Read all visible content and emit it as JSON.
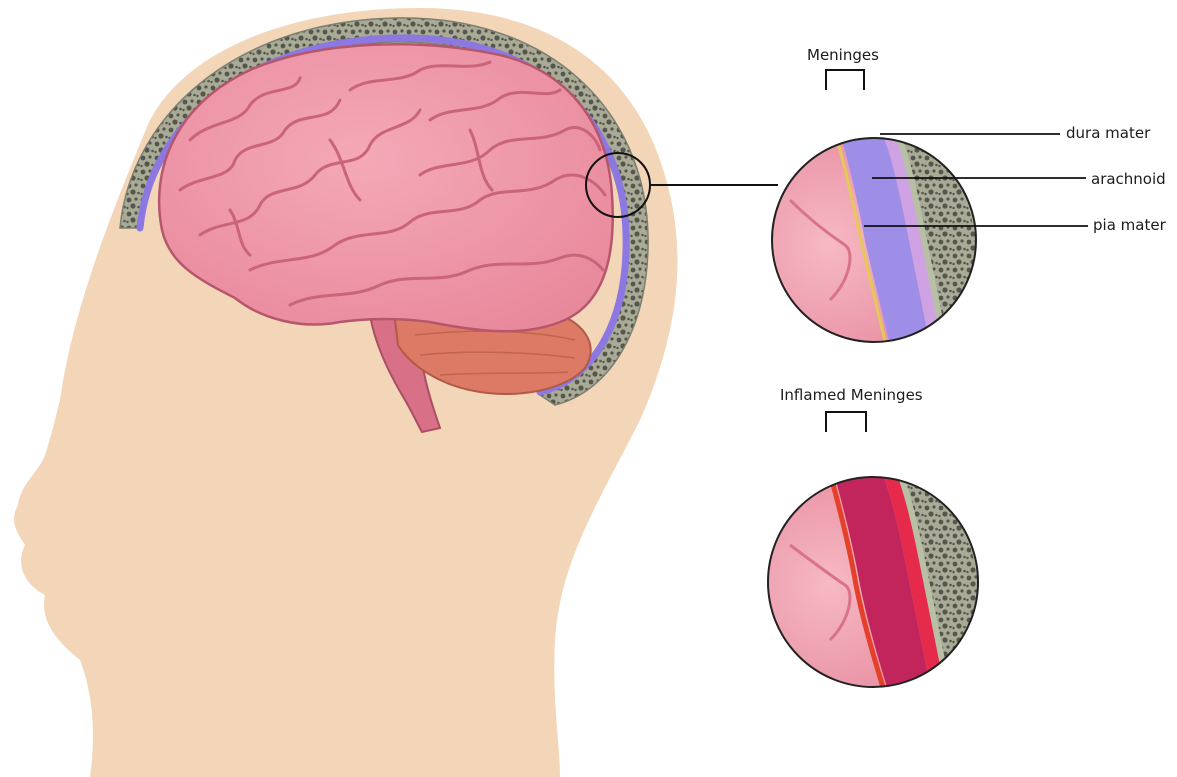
{
  "labels": {
    "meninges": "Meninges",
    "inflamed_meninges": "Inflamed Meninges",
    "dura_mater": "dura mater",
    "arachnoid": "arachnoid",
    "pia_mater": "pia mater"
  },
  "colors": {
    "skin": "#f3d6b8",
    "skull_bone": "#8a8c7d",
    "dura_band": "#8c78e0",
    "brain": "#ee95a6",
    "brain_fold": "#c9647a",
    "cerebellum": "#dc7a66",
    "arachnoid_normal": "#9f8ee8",
    "arachnoid_inflamed": "#c2255c",
    "scalp_dark": "#353a4d",
    "fat_layer": "#e9a58b"
  }
}
